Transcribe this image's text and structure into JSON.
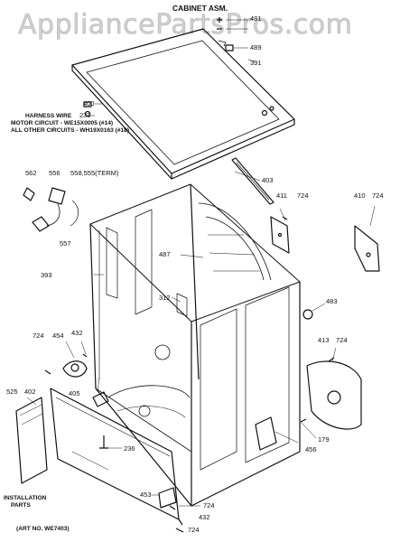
{
  "watermark": "AppliancePartsPros.com",
  "title": "CABINET ASM.",
  "harness": {
    "heading": "HARNESS WIRE",
    "motor": "MOTOR CIRCUIT - WE15X0005 (#14)",
    "other": "ALL OTHER CIRCUITS - WH19X0163 (#18)"
  },
  "installation": [
    "INSTALLATION",
    "PARTS"
  ],
  "art_no": "(ART NO. WE7403)",
  "part_labels": [
    "481",
    "489",
    "391",
    "400",
    "233",
    "562",
    "556",
    "558,555(TERM)",
    "557",
    "403",
    "411",
    "724",
    "410",
    "724",
    "487",
    "393",
    "312",
    "483",
    "724",
    "454",
    "432",
    "413",
    "724",
    "525",
    "402",
    "405",
    "236",
    "179",
    "456",
    "453",
    "724",
    "432",
    "724"
  ]
}
